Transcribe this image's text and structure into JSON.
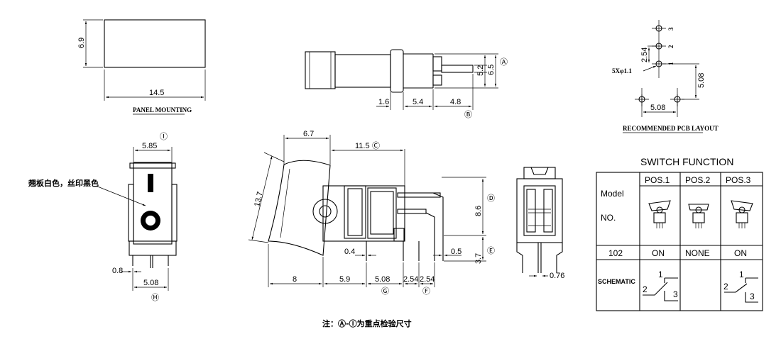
{
  "panel": {
    "height_dim": "6.9",
    "width_dim": "14.5",
    "title": "PANEL MOUNTING"
  },
  "side_view": {
    "dims": [
      "1.6",
      "5.4",
      "4.8",
      "5.2",
      "6.5"
    ],
    "markers": [
      "Ⓐ",
      "Ⓑ"
    ]
  },
  "pcb": {
    "title": "RECOMMENDED PCB LAYOUT",
    "hole_label": "5Xφ1.1",
    "dims": [
      "2.54",
      "5.08",
      "5.08"
    ],
    "pin_numbers": [
      "3",
      "2",
      "1"
    ]
  },
  "front_view": {
    "dims": [
      "5.85",
      "0.8",
      "5.08"
    ],
    "markers": [
      "Ⓘ",
      "Ⓗ"
    ],
    "callout": "翘板白色，丝印黑色"
  },
  "main_view": {
    "dims_top": [
      "6.7",
      "11.5"
    ],
    "dims_side": [
      "13.7",
      "8.6",
      "3.7"
    ],
    "dims_bottom": [
      "0.4",
      "0.5",
      "8",
      "5.9",
      "5.08",
      "2.54",
      "2.54"
    ],
    "markers": [
      "Ⓒ",
      "Ⓓ",
      "Ⓔ",
      "Ⓖ",
      "Ⓕ"
    ]
  },
  "end_view": {
    "dim": "0.76"
  },
  "switch_function": {
    "title": "SWITCH FUNCTION",
    "model_label": "Model",
    "no_label": "NO.",
    "columns": [
      "POS.1",
      "POS.2",
      "POS.3"
    ],
    "model_no": "102",
    "states": [
      "ON",
      "NONE",
      "ON"
    ],
    "schematic_label": "SCHEMATIC",
    "schematic_nums": [
      "1",
      "2",
      "3"
    ]
  },
  "footer_note": "注：Ⓐ-Ⓘ为重点检验尺寸"
}
